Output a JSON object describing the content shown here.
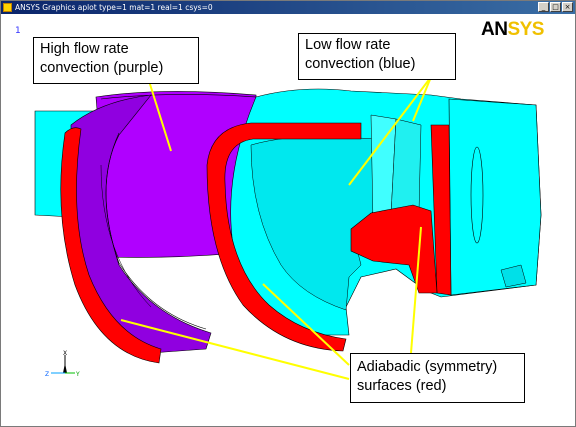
{
  "window": {
    "title": "ANSYS Graphics   aplot   type=1 mat=1 real=1 csys=0",
    "min_label": "_",
    "max_label": "□",
    "close_label": "×"
  },
  "viewport": {
    "window_number": "1",
    "logo_part1": "AN",
    "logo_part2": "SYS",
    "triad": {
      "x": "X",
      "y": "Y",
      "z": "Z"
    }
  },
  "callouts": {
    "high_flow": {
      "line1": "High flow rate",
      "line2": "convection (purple)"
    },
    "low_flow": {
      "line1": "Low flow rate",
      "line2": "convection (blue)"
    },
    "adiabatic": {
      "line1": "Adiabadic (symmetry)",
      "line2": "surfaces (red)"
    }
  },
  "colors": {
    "purple": "#b000ff",
    "purple_dark": "#9000e0",
    "cyan": "#00ffff",
    "cyan_dark": "#00d8e0",
    "red": "#ff0000",
    "leader": "#ffff00",
    "title_bar": "#0a246a",
    "logo_yellow": "#f0c000"
  }
}
